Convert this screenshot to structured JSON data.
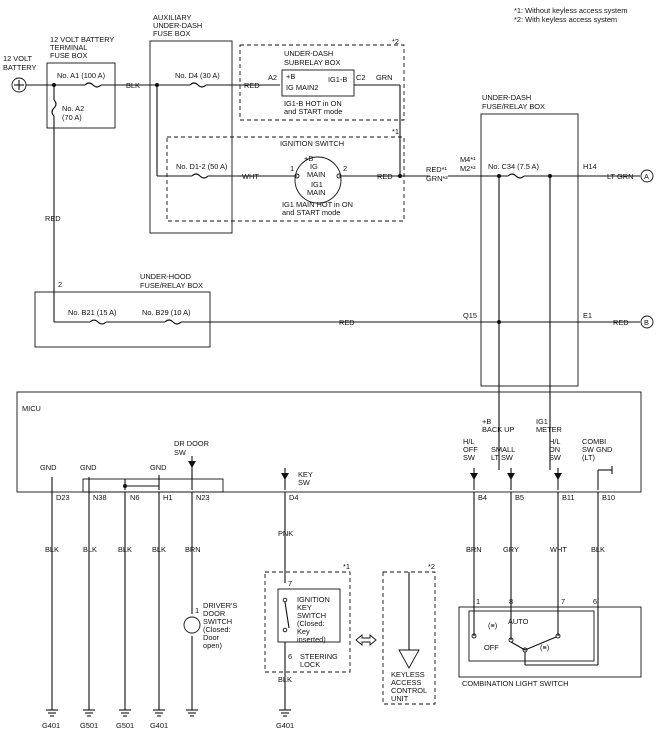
{
  "notes": {
    "n1": "*1: Without keyless access system",
    "n2": "*2: With keyless access system"
  },
  "battery": {
    "label1": "12 VOLT",
    "label2": "BATTERY"
  },
  "terminal_box": {
    "t1": "12 VOLT BATTERY",
    "t2": "TERMINAL",
    "t3": "FUSE BOX",
    "fuse_a1": "No. A1 (100 A)",
    "fuse_a2_1": "No. A2",
    "fuse_a2_2": "(70 A)"
  },
  "aux_box": {
    "t1": "AUXILIARY",
    "t2": "UNDER-DASH",
    "t3": "FUSE BOX",
    "fuse_d4": "No. D4 (30 A)",
    "fuse_d12": "No. D1-2 (50 A)"
  },
  "subrelay": {
    "t1": "UNDER-DASH",
    "t2": "SUBRELAY BOX",
    "a2": "A2",
    "c2": "C2",
    "pb": "+B",
    "igmain2": "IG MAIN2",
    "ig1b": "IG1-B",
    "note1": "IG1-B HOT in ON",
    "note2": "and START mode",
    "star": "*2"
  },
  "ign_switch": {
    "title": "IGNITION SWITCH",
    "pb": "+B",
    "ig": "IG",
    "main": "MAIN",
    "ig1": "IG1",
    "main2": "MAIN",
    "p1": "1",
    "p2": "2",
    "note1": "IG1 MAIN HOT in ON",
    "note2": "and START mode",
    "star": "*1"
  },
  "wires": {
    "blk": "BLK",
    "red1": "RED",
    "grn": "GRN",
    "wht": "WHT",
    "red2": "RED",
    "red_grn1": "RED*¹",
    "red_grn2": "GRN*²",
    "red_v": "RED",
    "red_h": "RED",
    "ltgrn": "LT GRN",
    "red_b": "RED"
  },
  "udash_box": {
    "t1": "UNDER-DASH",
    "t2": "FUSE/RELAY BOX",
    "m4": "M4*¹",
    "m2": "M2*²",
    "fuse_c34": "No. C34 (7.5 A)",
    "h14": "H14",
    "q15": "Q15",
    "e1": "E1"
  },
  "hood_box": {
    "t1": "UNDER-HOOD",
    "t2": "FUSE/RELAY BOX",
    "pin2": "2",
    "fuse_b21": "No. B21 (15 A)",
    "fuse_b29": "No. B29 (10 A)"
  },
  "micu": {
    "title": "MICU",
    "backup1": "+B",
    "backup2": "BACK UP",
    "ig1": "IG1",
    "meter": "METER",
    "gnd": "GND",
    "drdoor1": "DR DOOR",
    "drdoor2": "SW",
    "keysw1": "KEY",
    "keysw2": "SW",
    "hloff1": "H/L",
    "hloff2": "OFF",
    "hloff3": "SW",
    "small1": "SMALL",
    "small2": "LT SW",
    "hlon1": "H/L",
    "hlon2": "ON",
    "hlon3": "SW",
    "combi1": "COMBI",
    "combi2": "SW GND",
    "combi3": "(LT)",
    "pins": [
      "D23",
      "N38",
      "N6",
      "H1",
      "N23",
      "D4",
      "B4",
      "B5",
      "B11",
      "B10"
    ]
  },
  "bottom_wires": [
    "BLK",
    "BLK",
    "BLK",
    "BLK",
    "BRN",
    "PNK",
    "BRN",
    "GRY",
    "WHT",
    "BLK"
  ],
  "grounds": [
    "G401",
    "G501",
    "G501",
    "G401",
    "G401"
  ],
  "door_switch": {
    "t1": "DRIVER'S",
    "t2": "DOOR",
    "t3": "SWITCH",
    "t4": "(Closed:",
    "t5": "Door",
    "t6": "open)",
    "pin": "1"
  },
  "key_switch": {
    "star": "*1",
    "pin7": "7",
    "pin6": "6",
    "t1": "IGNITION",
    "t2": "KEY",
    "t3": "SWITCH",
    "t4": "(Closed:",
    "t5": "Key",
    "t6": "inserted)",
    "t7": "STEERING",
    "t8": "LOCK",
    "wire": "BLK"
  },
  "keyless": {
    "star": "*2",
    "t1": "KEYLESS",
    "t2": "ACCESS",
    "t3": "CONTROL",
    "t4": "UNIT"
  },
  "combo_switch": {
    "title": "COMBINATION LIGHT SWITCH",
    "p1": "1",
    "p8": "8",
    "p7": "7",
    "p6": "6",
    "auto": "AUTO",
    "off": "OFF"
  },
  "connectors": {
    "a": "A",
    "b": "B"
  }
}
